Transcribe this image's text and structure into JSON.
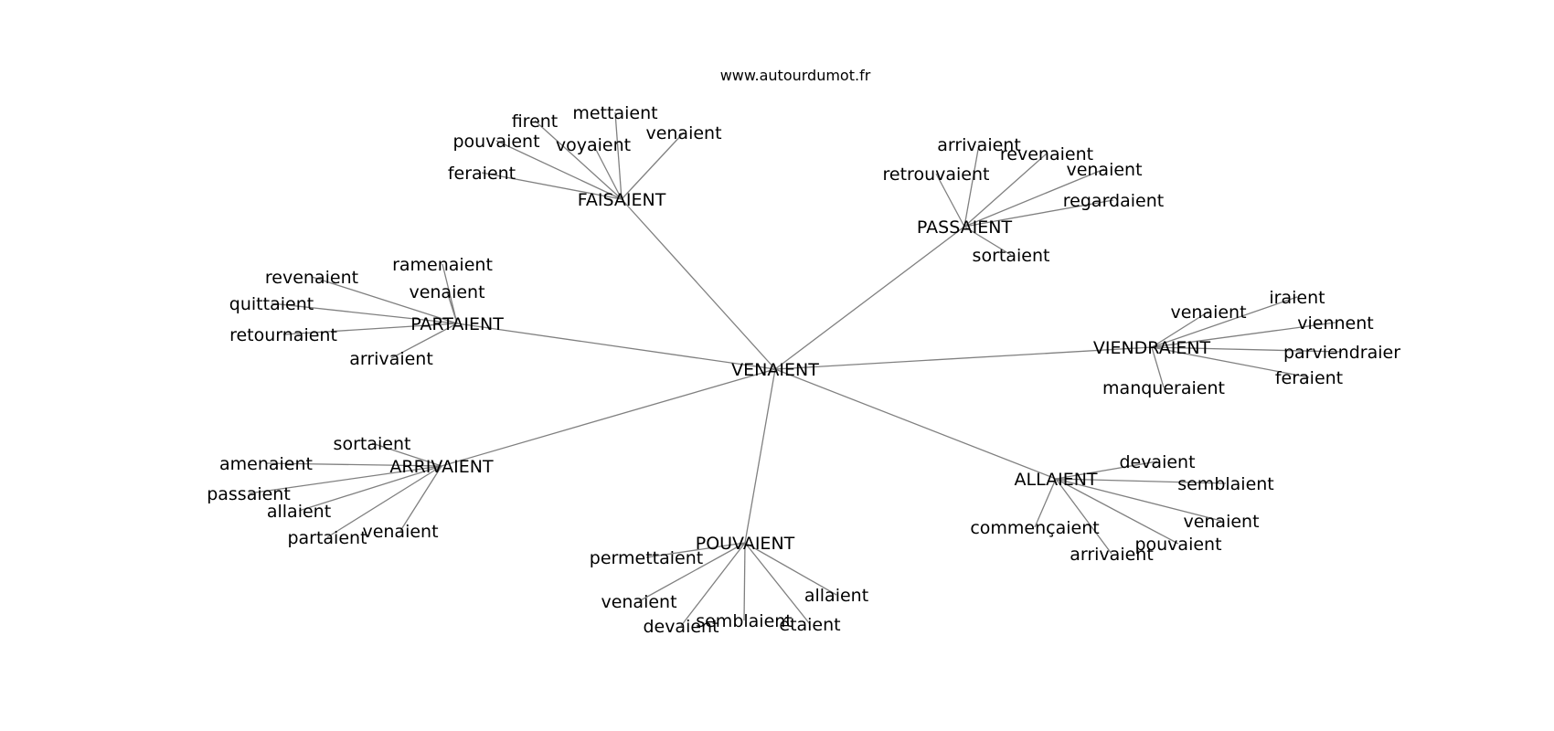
{
  "site": "www.autourdumot.fr",
  "colors": {
    "edge": "#808080",
    "text": "#000000",
    "background": "#ffffff"
  },
  "graph": {
    "center": {
      "label": "VENAIENT"
    },
    "clusters": [
      {
        "hub": "FAISAIENT",
        "leaves": [
          "firent",
          "mettaient",
          "pouvaient",
          "voyaient",
          "venaient",
          "feraient"
        ]
      },
      {
        "hub": "PASSAIENT",
        "leaves": [
          "arrivaient",
          "revenaient",
          "retrouvaient",
          "venaient",
          "regardaient",
          "sortaient"
        ]
      },
      {
        "hub": "PARTAIENT",
        "leaves": [
          "ramenaient",
          "revenaient",
          "venaient",
          "quittaient",
          "retournaient",
          "arrivaient"
        ]
      },
      {
        "hub": "VIENDRAIENT",
        "leaves": [
          "iraient",
          "venaient",
          "viennent",
          "parviendraier",
          "feraient",
          "manqueraient"
        ]
      },
      {
        "hub": "ARRIVAIENT",
        "leaves": [
          "sortaient",
          "amenaient",
          "passaient",
          "allaient",
          "partaient",
          "venaient"
        ]
      },
      {
        "hub": "ALLAIENT",
        "leaves": [
          "devaient",
          "semblaient",
          "commençaient",
          "venaient",
          "pouvaient",
          "arrivaient"
        ]
      },
      {
        "hub": "POUVAIENT",
        "leaves": [
          "permettaient",
          "venaient",
          "allaient",
          "devaient",
          "semblaient",
          "étaient"
        ]
      }
    ]
  }
}
